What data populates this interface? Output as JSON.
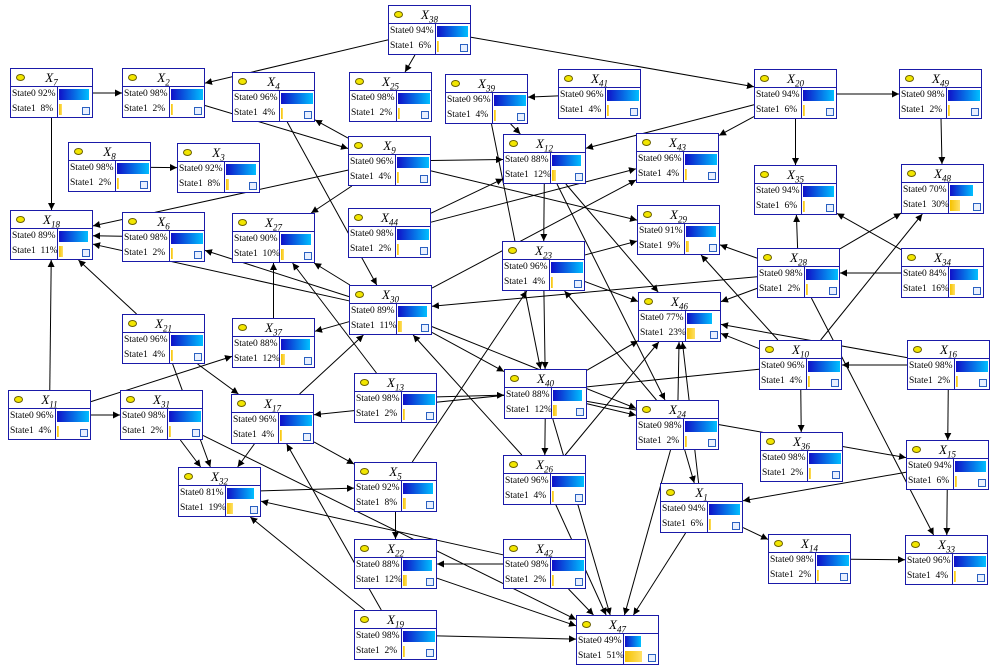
{
  "nodes": [
    {
      "id": "X38",
      "letter": "X",
      "sub": "38",
      "s0": "0 94%",
      "s1": "6%",
      "p0": 94
    },
    {
      "id": "X7",
      "letter": "X",
      "sub": "7",
      "s0": "0 92%",
      "s1": "8%",
      "p0": 92
    },
    {
      "id": "X2",
      "letter": "X",
      "sub": "2",
      "s0": "0 98%",
      "s1": "2%",
      "p0": 98
    },
    {
      "id": "X4",
      "letter": "X",
      "sub": "4",
      "s0": "0 96%",
      "s1": "4%",
      "p0": 96
    },
    {
      "id": "X25",
      "letter": "X",
      "sub": "25",
      "s0": "0 98%",
      "s1": "2%",
      "p0": 98
    },
    {
      "id": "X39",
      "letter": "X",
      "sub": "39",
      "s0": "0 96%",
      "s1": "4%",
      "p0": 96
    },
    {
      "id": "X41",
      "letter": "X",
      "sub": "41",
      "s0": "0 96%",
      "s1": "4%",
      "p0": 96
    },
    {
      "id": "X20",
      "letter": "X",
      "sub": "20",
      "s0": "0 94%",
      "s1": "6%",
      "p0": 94
    },
    {
      "id": "X49",
      "letter": "X",
      "sub": "49",
      "s0": "0 98%",
      "s1": "2%",
      "p0": 98
    },
    {
      "id": "X8",
      "letter": "X",
      "sub": "8",
      "s0": "0 98%",
      "s1": "2%",
      "p0": 98
    },
    {
      "id": "X3",
      "letter": "X",
      "sub": "3",
      "s0": "0 92%",
      "s1": "8%",
      "p0": 92
    },
    {
      "id": "X9",
      "letter": "X",
      "sub": "9",
      "s0": "0 96%",
      "s1": "4%",
      "p0": 96
    },
    {
      "id": "X12",
      "letter": "X",
      "sub": "12",
      "s0": "0 88%",
      "s1": "12%",
      "p0": 88
    },
    {
      "id": "X43",
      "letter": "X",
      "sub": "43",
      "s0": "0 96%",
      "s1": "4%",
      "p0": 96
    },
    {
      "id": "X35",
      "letter": "X",
      "sub": "35",
      "s0": "0 94%",
      "s1": "6%",
      "p0": 94
    },
    {
      "id": "X48",
      "letter": "X",
      "sub": "48",
      "s0": "0 70%",
      "s1": "30%",
      "p0": 70
    },
    {
      "id": "X18",
      "letter": "X",
      "sub": "18",
      "s0": "0 89%",
      "s1": "11%",
      "p0": 89
    },
    {
      "id": "X6",
      "letter": "X",
      "sub": "6",
      "s0": "0 98%",
      "s1": "2%",
      "p0": 98
    },
    {
      "id": "X27",
      "letter": "X",
      "sub": "27",
      "s0": "0 90%",
      "s1": "10%",
      "p0": 90
    },
    {
      "id": "X44",
      "letter": "X",
      "sub": "44",
      "s0": "0 98%",
      "s1": "2%",
      "p0": 98
    },
    {
      "id": "X29",
      "letter": "X",
      "sub": "29",
      "s0": "0 91%",
      "s1": "9%",
      "p0": 91
    },
    {
      "id": "X23",
      "letter": "X",
      "sub": "23",
      "s0": "0 96%",
      "s1": "4%",
      "p0": 96
    },
    {
      "id": "X28",
      "letter": "X",
      "sub": "28",
      "s0": "0 98%",
      "s1": "2%",
      "p0": 98
    },
    {
      "id": "X34",
      "letter": "X",
      "sub": "34",
      "s0": "0 84%",
      "s1": "16%",
      "p0": 84
    },
    {
      "id": "X30",
      "letter": "X",
      "sub": "30",
      "s0": "0 89%",
      "s1": "11%",
      "p0": 89
    },
    {
      "id": "X46",
      "letter": "X",
      "sub": "46",
      "s0": "0 77%",
      "s1": "23%",
      "p0": 77
    },
    {
      "id": "X21",
      "letter": "X",
      "sub": "21",
      "s0": "0 96%",
      "s1": "4%",
      "p0": 96
    },
    {
      "id": "X37",
      "letter": "X",
      "sub": "37",
      "s0": "0 88%",
      "s1": "12%",
      "p0": 88
    },
    {
      "id": "X10",
      "letter": "X",
      "sub": "10",
      "s0": "0 96%",
      "s1": "4%",
      "p0": 96
    },
    {
      "id": "X16",
      "letter": "X",
      "sub": "16",
      "s0": "0 98%",
      "s1": "2%",
      "p0": 98
    },
    {
      "id": "X11",
      "letter": "X",
      "sub": "11",
      "s0": "0 96%",
      "s1": "4%",
      "p0": 96
    },
    {
      "id": "X31",
      "letter": "X",
      "sub": "31",
      "s0": "0 98%",
      "s1": "2%",
      "p0": 98
    },
    {
      "id": "X17",
      "letter": "X",
      "sub": "17",
      "s0": "0 96%",
      "s1": "4%",
      "p0": 96
    },
    {
      "id": "X13",
      "letter": "X",
      "sub": "13",
      "s0": "0 98%",
      "s1": "2%",
      "p0": 98
    },
    {
      "id": "X40",
      "letter": "X",
      "sub": "40",
      "s0": "0 88%",
      "s1": "12%",
      "p0": 88
    },
    {
      "id": "X24",
      "letter": "X",
      "sub": "24",
      "s0": "0 98%",
      "s1": "2%",
      "p0": 98
    },
    {
      "id": "X36",
      "letter": "X",
      "sub": "36",
      "s0": "0 98%",
      "s1": "2%",
      "p0": 98
    },
    {
      "id": "X15",
      "letter": "X",
      "sub": "15",
      "s0": "0 94%",
      "s1": "6%",
      "p0": 94
    },
    {
      "id": "X32",
      "letter": "X",
      "sub": "32",
      "s0": "0 81%",
      "s1": "19%",
      "p0": 81
    },
    {
      "id": "X5",
      "letter": "X",
      "sub": "5",
      "s0": "0 92%",
      "s1": "8%",
      "p0": 92
    },
    {
      "id": "X26",
      "letter": "X",
      "sub": "26",
      "s0": "0 96%",
      "s1": "4%",
      "p0": 96
    },
    {
      "id": "X1",
      "letter": "X",
      "sub": "1",
      "s0": "0 94%",
      "s1": "6%",
      "p0": 94
    },
    {
      "id": "X22",
      "letter": "X",
      "sub": "22",
      "s0": "0 88%",
      "s1": "12%",
      "p0": 88
    },
    {
      "id": "X42",
      "letter": "X",
      "sub": "42",
      "s0": "0 98%",
      "s1": "2%",
      "p0": 98
    },
    {
      "id": "X14",
      "letter": "X",
      "sub": "14",
      "s0": "0 98%",
      "s1": "2%",
      "p0": 98
    },
    {
      "id": "X33",
      "letter": "X",
      "sub": "33",
      "s0": "0 96%",
      "s1": "4%",
      "p0": 96
    },
    {
      "id": "X19",
      "letter": "X",
      "sub": "19",
      "s0": "0 98%",
      "s1": "2%",
      "p0": 98
    },
    {
      "id": "X47",
      "letter": "X",
      "sub": "47",
      "s0": "0 49%",
      "s1": "51%",
      "p0": 49
    }
  ],
  "state0_label": "State",
  "state1_label": "State1",
  "edges": [
    [
      "X38",
      "X2"
    ],
    [
      "X38",
      "X20"
    ],
    [
      "X38",
      "X25"
    ],
    [
      "X7",
      "X2"
    ],
    [
      "X7",
      "X18"
    ],
    [
      "X2",
      "X9"
    ],
    [
      "X41",
      "X39"
    ],
    [
      "X39",
      "X12"
    ],
    [
      "X20",
      "X49"
    ],
    [
      "X20",
      "X12"
    ],
    [
      "X20",
      "X35"
    ],
    [
      "X20",
      "X43"
    ],
    [
      "X49",
      "X48"
    ],
    [
      "X8",
      "X3"
    ],
    [
      "X9",
      "X4"
    ],
    [
      "X9",
      "X18"
    ],
    [
      "X9",
      "X27"
    ],
    [
      "X9",
      "X29"
    ],
    [
      "X9",
      "X12"
    ],
    [
      "X4",
      "X30"
    ],
    [
      "X12",
      "X23"
    ],
    [
      "X12",
      "X46"
    ],
    [
      "X12",
      "X24"
    ],
    [
      "X39",
      "X40"
    ],
    [
      "X44",
      "X43"
    ],
    [
      "X44",
      "X12"
    ],
    [
      "X6",
      "X18"
    ],
    [
      "X30",
      "X18"
    ],
    [
      "X30",
      "X6"
    ],
    [
      "X30",
      "X27"
    ],
    [
      "X30",
      "X37"
    ],
    [
      "X30",
      "X43"
    ],
    [
      "X30",
      "X40"
    ],
    [
      "X30",
      "X24"
    ],
    [
      "X23",
      "X29"
    ],
    [
      "X23",
      "X46"
    ],
    [
      "X23",
      "X40"
    ],
    [
      "X28",
      "X29"
    ],
    [
      "X28",
      "X30"
    ],
    [
      "X28",
      "X35"
    ],
    [
      "X28",
      "X48"
    ],
    [
      "X28",
      "X46"
    ],
    [
      "X28",
      "X33"
    ],
    [
      "X34",
      "X35"
    ],
    [
      "X34",
      "X28"
    ],
    [
      "X10",
      "X46"
    ],
    [
      "X10",
      "X29"
    ],
    [
      "X10",
      "X48"
    ],
    [
      "X10",
      "X36"
    ],
    [
      "X10",
      "X17"
    ],
    [
      "X16",
      "X46"
    ],
    [
      "X16",
      "X10"
    ],
    [
      "X16",
      "X15"
    ],
    [
      "X11",
      "X18"
    ],
    [
      "X11",
      "X37"
    ],
    [
      "X11",
      "X31"
    ],
    [
      "X21",
      "X18"
    ],
    [
      "X21",
      "X17"
    ],
    [
      "X21",
      "X32"
    ],
    [
      "X37",
      "X27"
    ],
    [
      "X17",
      "X30"
    ],
    [
      "X17",
      "X5"
    ],
    [
      "X17",
      "X32"
    ],
    [
      "X13",
      "X40"
    ],
    [
      "X13",
      "X27"
    ],
    [
      "X31",
      "X32"
    ],
    [
      "X31",
      "X47"
    ],
    [
      "X40",
      "X46"
    ],
    [
      "X40",
      "X26"
    ],
    [
      "X40",
      "X24"
    ],
    [
      "X40",
      "X47"
    ],
    [
      "X40",
      "X15"
    ],
    [
      "X24",
      "X46"
    ],
    [
      "X24",
      "X47"
    ],
    [
      "X24",
      "X1"
    ],
    [
      "X24",
      "X23"
    ],
    [
      "X26",
      "X46"
    ],
    [
      "X26",
      "X30"
    ],
    [
      "X26",
      "X47"
    ],
    [
      "X15",
      "X1"
    ],
    [
      "X15",
      "X33"
    ],
    [
      "X5",
      "X23"
    ],
    [
      "X5",
      "X22"
    ],
    [
      "X32",
      "X5"
    ],
    [
      "X1",
      "X14"
    ],
    [
      "X1",
      "X47"
    ],
    [
      "X1",
      "X46"
    ],
    [
      "X42",
      "X22"
    ],
    [
      "X42",
      "X47"
    ],
    [
      "X42",
      "X32"
    ],
    [
      "X22",
      "X47"
    ],
    [
      "X14",
      "X33"
    ],
    [
      "X19",
      "X47"
    ],
    [
      "X19",
      "X32"
    ],
    [
      "X19",
      "X17"
    ]
  ]
}
